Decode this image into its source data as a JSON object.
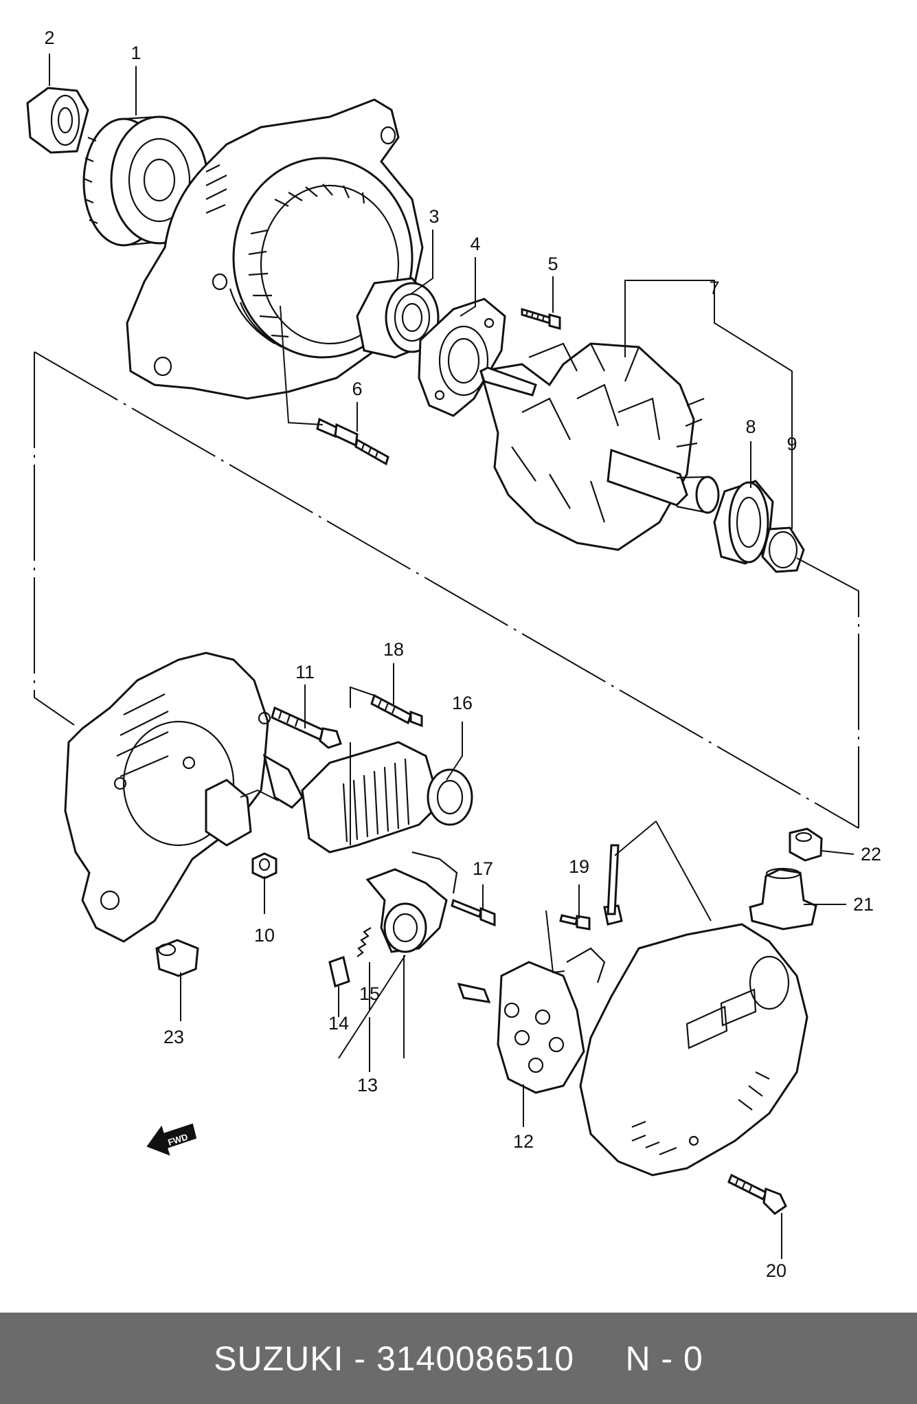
{
  "callouts": [
    "1",
    "2",
    "3",
    "4",
    "5",
    "6",
    "7",
    "8",
    "9",
    "10",
    "11",
    "12",
    "13",
    "14",
    "15",
    "16",
    "17",
    "18",
    "19",
    "20",
    "21",
    "22",
    "23"
  ],
  "fwd_label": "FWD",
  "footer": {
    "text": "SUZUKI - 3140086510     N - 0"
  }
}
